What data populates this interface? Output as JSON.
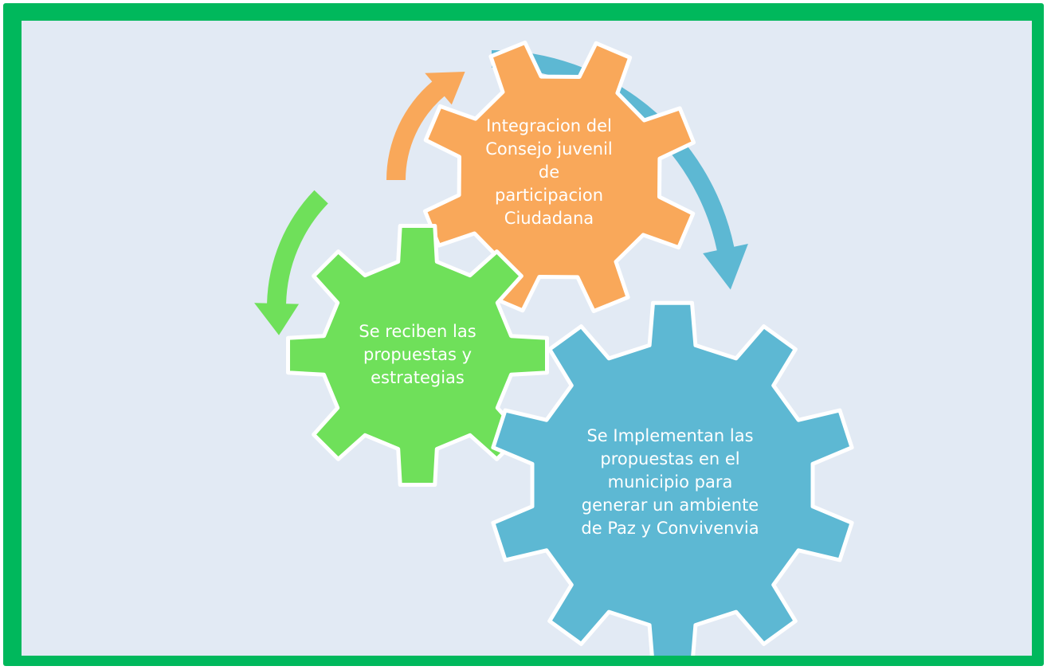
{
  "colors": {
    "frame": "#00b85c",
    "background": "#e2eaf4",
    "gear_orange": "#f9a85a",
    "gear_green": "#6fe05a",
    "gear_blue": "#5db8d3",
    "gear_outline": "#ffffff",
    "label_text": "#ffffff"
  },
  "gears": [
    {
      "id": "gear-integracion",
      "color_name": "orange",
      "lines": [
        "Integracion del",
        "Consejo juvenil",
        "de",
        "participacion",
        "Ciudadana"
      ]
    },
    {
      "id": "gear-propuestas",
      "color_name": "green",
      "lines": [
        "Se reciben las",
        "propuestas y",
        "estrategias"
      ]
    },
    {
      "id": "gear-implementan",
      "color_name": "blue",
      "lines": [
        "Se Implementan las",
        "propuestas en el",
        "municipio para",
        "generar un ambiente",
        "de Paz y Convivenvia"
      ]
    }
  ],
  "arrows": [
    {
      "id": "arrow-orange",
      "color_name": "orange"
    },
    {
      "id": "arrow-green",
      "color_name": "green"
    },
    {
      "id": "arrow-blue",
      "color_name": "blue"
    }
  ]
}
